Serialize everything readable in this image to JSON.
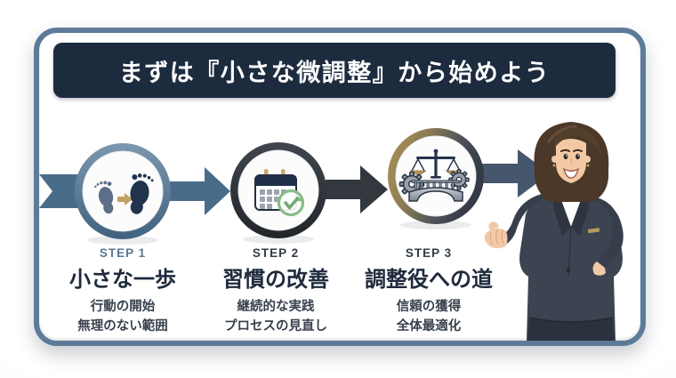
{
  "banner": {
    "title": "まずは『小さな微調整』から始めよう"
  },
  "steps": [
    {
      "label": "STEP 1",
      "title": "小さな一歩",
      "lines": [
        "行動の開始",
        "無理のない範囲"
      ],
      "icon": "footsteps-icon",
      "accent": "#4a6c8b"
    },
    {
      "label": "STEP 2",
      "title": "習慣の改善",
      "lines": [
        "継続的な実践",
        "プロセスの見直し"
      ],
      "icon": "calendar-check-icon",
      "accent": "#33383f"
    },
    {
      "label": "STEP 3",
      "title": "調整役への道",
      "lines": [
        "信頼の獲得",
        "全体最適化"
      ],
      "icon": "balance-gears-bridge-icon",
      "accent": "#a8905a"
    }
  ],
  "illustration": {
    "name": "businesswoman-presenting"
  },
  "colors": {
    "banner_bg": "#1d2b3f",
    "banner_text": "#ffffff",
    "card_border": "#5d7b99",
    "card_bg": "#ffffff",
    "arrow_blue": "#4a6c8b",
    "arrow_dark": "#33383f",
    "arrow_slate": "#46566c",
    "gold": "#b9995d",
    "step_title_text": "#1e2a3c",
    "step_desc_text": "#39414e"
  }
}
